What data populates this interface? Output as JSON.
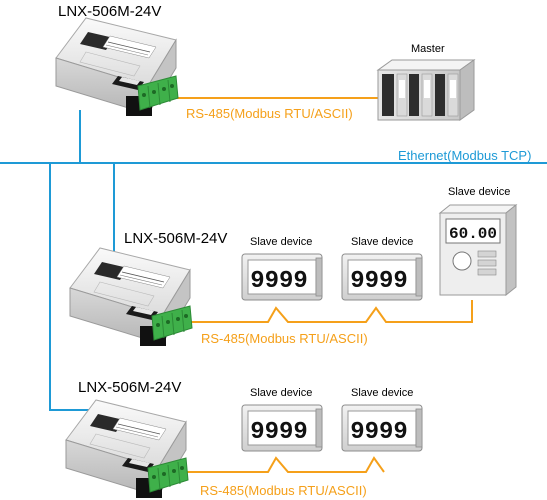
{
  "gateways": [
    {
      "model": "LNX-506M-24V",
      "link": "RS-485(Modbus RTU/ASCII)"
    },
    {
      "model": "LNX-506M-24V",
      "link": "RS-485(Modbus RTU/ASCII)"
    },
    {
      "model": "LNX-506M-24V",
      "link": "RS-485(Modbus RTU/ASCII)"
    }
  ],
  "master": {
    "label": "Master"
  },
  "ethernet": {
    "label": "Ethernet(Modbus TCP)"
  },
  "slaves": {
    "label": "Slave device",
    "meter_reading": "9999",
    "controller_reading": "60.00"
  },
  "colors": {
    "ethernet": "#1e9ad6",
    "rs485": "#f5a01a",
    "terminal": "#3fb04a",
    "housing": "#e9e9e9"
  }
}
